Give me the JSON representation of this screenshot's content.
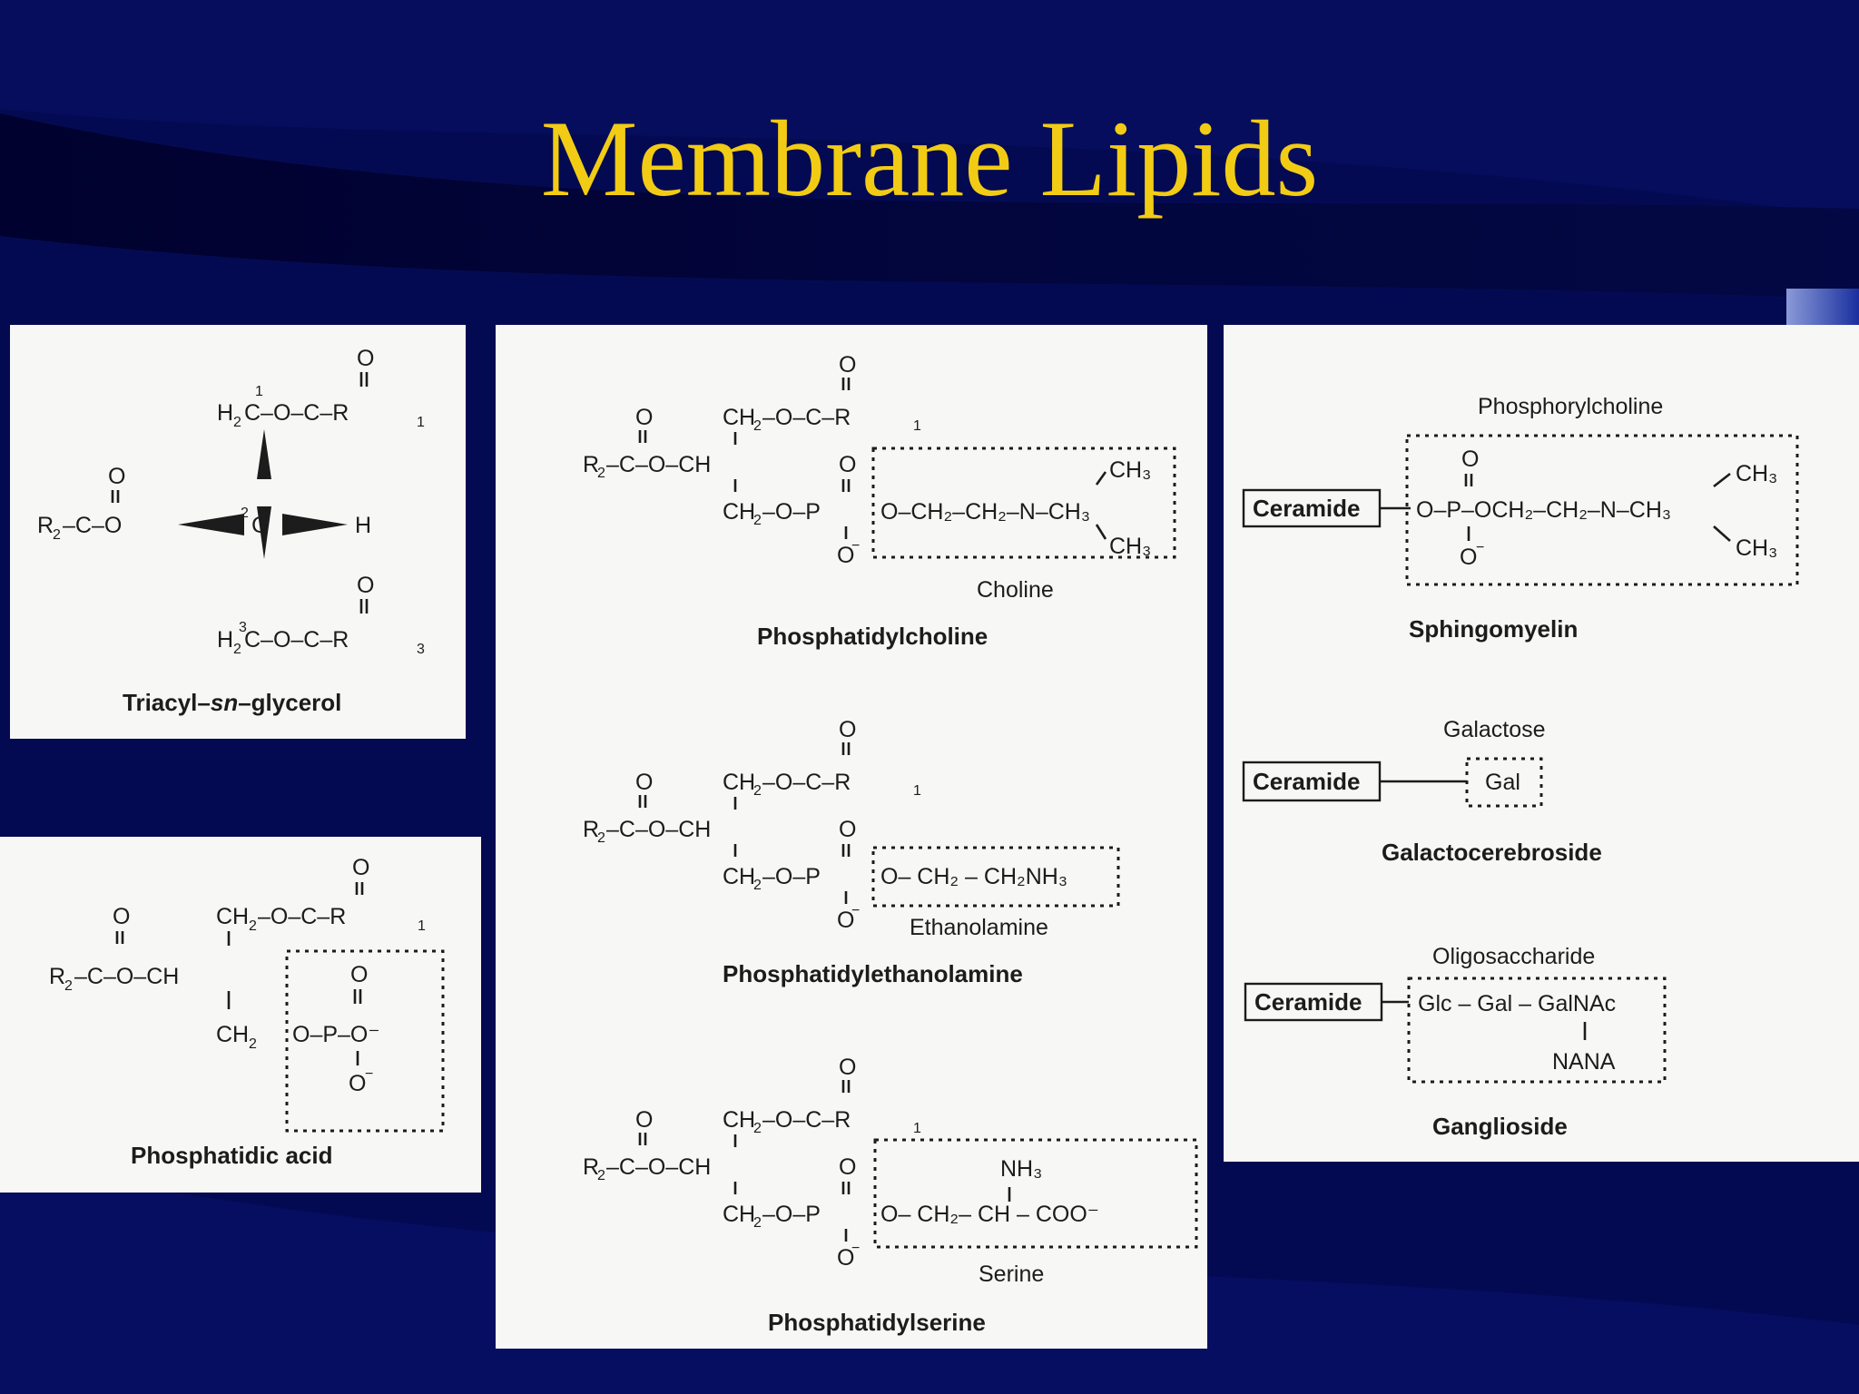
{
  "slide": {
    "title": "Membrane Lipids",
    "colors": {
      "background": "#040a52",
      "title": "#f2cc14",
      "panel": "#f7f7f5"
    }
  },
  "triacylglycerol": {
    "label_pre": "Triacyl–",
    "label_italic": "sn",
    "label_post": "–glycerol",
    "top_chain": "C–O–C–R",
    "mid_left": "R",
    "mid_right": "H",
    "bottom_chain": "C–O–C–R",
    "oxygen": "O",
    "carbon_numbers": [
      "1",
      "2",
      "3"
    ]
  },
  "phosphatidic_acid": {
    "label": "Phosphatidic acid",
    "head_group": "O–P–O⁻"
  },
  "phosphatidylcholine": {
    "label": "Phosphatidylcholine",
    "headgroup_label": "Choline",
    "head_group": "O–CH₂–CH₂–N–CH₃"
  },
  "phosphatidylethanolamine": {
    "label": "Phosphatidylethanolamine",
    "headgroup_label": "Ethanolamine",
    "head_group": "O– CH₂ – CH₂NH₃"
  },
  "phosphatidylserine": {
    "label": "Phosphatidylserine",
    "headgroup_label": "Serine",
    "head_group": "O– CH₂– CH – COO⁻",
    "amino": "NH₃"
  },
  "glycerol_backbone": {
    "ch2_top": "CH₂–O–C–R₁",
    "ch": "R₂–C–O–CH",
    "ch2_bottom": "CH₂–O–P",
    "o_minus": "O⁻"
  },
  "sphingomyelin": {
    "label": "Sphingomyelin",
    "group_label": "Phosphorylcholine",
    "ceramide": "Ceramide",
    "head_group": "O–P–OCH₂–CH₂–N–CH₃"
  },
  "galactocerebroside": {
    "label": "Galactocerebroside",
    "group_label": "Galactose",
    "ceramide": "Ceramide",
    "sugar": "Gal"
  },
  "ganglioside": {
    "label": "Ganglioside",
    "group_label": "Oligosaccharide",
    "ceramide": "Ceramide",
    "sugars": "Glc – Gal – GalNAc",
    "branch": "NANA"
  }
}
